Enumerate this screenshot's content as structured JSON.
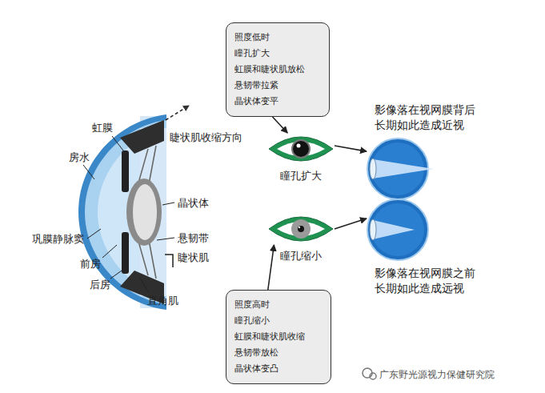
{
  "diagram": {
    "nodes": [
      {
        "text": [
          "照度低时",
          "瞳孔扩大",
          "虹膜和睫状肌放松",
          "悬韧带拉紧",
          "晶状体变平"
        ]
      },
      {
        "text": [
          "瞳孔扩大"
        ]
      },
      {
        "text": [
          "影像落在视网膜背后 长期如此造成近视"
        ]
      },
      {
        "text": [
          "瞳孔缩小"
        ]
      },
      {
        "text": [
          "影像落在视网膜之前 长期如此造成远视"
        ]
      },
      {
        "text": [
          "照度高时",
          "瞳孔缩小",
          "虹膜和睫状肌收缩",
          "悬韧带放松",
          "晶状体变凸"
        ]
      }
    ],
    "edges": [
      {
        "from": 0,
        "to": 1,
        "arrow": "to"
      },
      {
        "from": 1,
        "to": 2,
        "arrow": "to"
      },
      {
        "from": 3,
        "to": 4,
        "arrow": "to"
      },
      {
        "from": 5,
        "to": 3,
        "arrow": "to"
      }
    ],
    "labels": [
      "虹膜",
      "房水",
      "睫状肌收缩方向",
      "晶状体",
      "巩膜静脉窦",
      "悬韧带",
      "前房",
      "睫状肌",
      "后房",
      "直角肌",
      "广东野光源视力保健研究院"
    ]
  }
}
